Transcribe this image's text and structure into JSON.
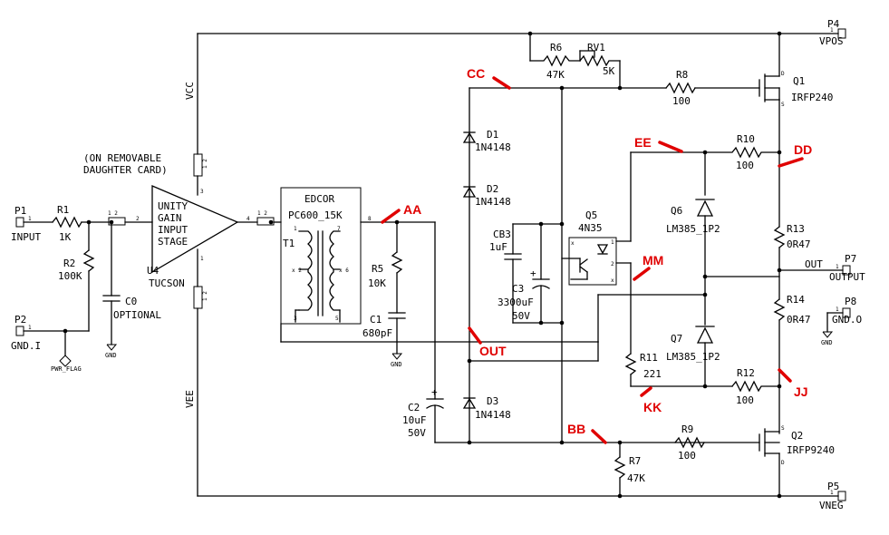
{
  "ports": {
    "p1": {
      "ref": "P1",
      "name": "INPUT"
    },
    "p2": {
      "ref": "P2",
      "name": "GND.I"
    },
    "p4": {
      "ref": "P4",
      "name": "VPOS"
    },
    "p5": {
      "ref": "P5",
      "name": "VNEG"
    },
    "p7": {
      "ref": "P7",
      "name": "OUTPUT"
    },
    "p8": {
      "ref": "P8",
      "name": "GND.O"
    }
  },
  "rails": {
    "vcc": "VCC",
    "vee": "VEE",
    "out": "OUT"
  },
  "components": {
    "r1": {
      "ref": "R1",
      "value": "1K"
    },
    "r2": {
      "ref": "R2",
      "value": "100K"
    },
    "c0": {
      "ref": "C0",
      "value": "OPTIONAL"
    },
    "u4": {
      "ref": "U4",
      "value": "TUCSON",
      "line1": "UNITY",
      "line2": "GAIN",
      "line3": "INPUT",
      "line4": "STAGE"
    },
    "daughter": {
      "line1": "(ON REMOVABLE",
      "line2": "DAUGHTER CARD)"
    },
    "t1": {
      "ref": "T1",
      "line1": "EDCOR",
      "line2": "PC600_15K"
    },
    "r5": {
      "ref": "R5",
      "value": "10K"
    },
    "c1": {
      "ref": "C1",
      "value": "680pF"
    },
    "c2": {
      "ref": "C2",
      "value": "10uF",
      "voltage": "50V"
    },
    "d1": {
      "ref": "D1",
      "value": "1N4148"
    },
    "d2": {
      "ref": "D2",
      "value": "1N4148"
    },
    "d3": {
      "ref": "D3",
      "value": "1N4148"
    },
    "cb3": {
      "ref": "CB3",
      "value": "1uF"
    },
    "c3": {
      "ref": "C3",
      "value": "3300uF",
      "voltage": "50V"
    },
    "q5": {
      "ref": "Q5",
      "value": "4N35"
    },
    "r6": {
      "ref": "R6",
      "value": "47K"
    },
    "rv1": {
      "ref": "RV1",
      "value": "5K"
    },
    "r8": {
      "ref": "R8",
      "value": "100"
    },
    "q1": {
      "ref": "Q1",
      "value": "IRFP240"
    },
    "r10": {
      "ref": "R10",
      "value": "100"
    },
    "q6": {
      "ref": "Q6",
      "value": "LM385_1P2"
    },
    "q7": {
      "ref": "Q7",
      "value": "LM385_1P2"
    },
    "r13": {
      "ref": "R13",
      "value": "0R47"
    },
    "r14": {
      "ref": "R14",
      "value": "0R47"
    },
    "r11": {
      "ref": "R11",
      "value": "221"
    },
    "r12": {
      "ref": "R12",
      "value": "100"
    },
    "r9": {
      "ref": "R9",
      "value": "100"
    },
    "r7": {
      "ref": "R7",
      "value": "47K"
    },
    "q2": {
      "ref": "Q2",
      "value": "IRFP9240"
    },
    "pwr": {
      "value": "PWR_FLAG"
    },
    "gnd": {
      "label": "GND"
    }
  },
  "annotations": {
    "aa": "AA",
    "bb": "BB",
    "cc": "CC",
    "dd": "DD",
    "ee": "EE",
    "jj": "JJ",
    "kk": "KK",
    "mm": "MM",
    "out": "OUT"
  },
  "colors": {
    "wire": "#000000",
    "annotation": "#e00000",
    "background": "#ffffff"
  }
}
